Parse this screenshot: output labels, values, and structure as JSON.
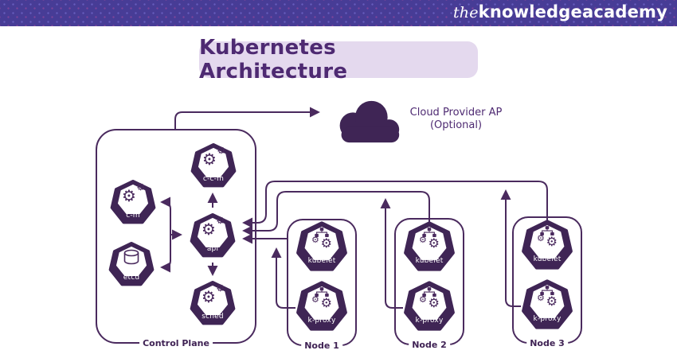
{
  "header": {
    "logo": {
      "prefix": "the",
      "rest": "knowledgeacademy"
    }
  },
  "title": {
    "text": "Kubernetes Architecture"
  },
  "cloud": {
    "line1": "Cloud Provider AP",
    "line2": "(Optional)"
  },
  "control_plane": {
    "label": "Control Plane",
    "badges": {
      "ccm": "c-c-m",
      "cm": "c-m",
      "api": "api",
      "etcd": "etcd",
      "sched": "sched"
    }
  },
  "nodes": [
    {
      "label": "Node 1",
      "kubelet": "kubelet",
      "kproxy": "k-proxy"
    },
    {
      "label": "Node 2",
      "kubelet": "kubelet",
      "kproxy": "k-proxy"
    },
    {
      "label": "Node 3",
      "kubelet": "kubelet",
      "kproxy": "k-proxy"
    }
  ],
  "colors": {
    "top_bar": "#473c96",
    "badge_purple": "#3f2555",
    "line_purple": "#4a2a5e",
    "title_bg": "#e4d9ee",
    "text_purple": "#4e2a72",
    "background": "#ffffff"
  }
}
